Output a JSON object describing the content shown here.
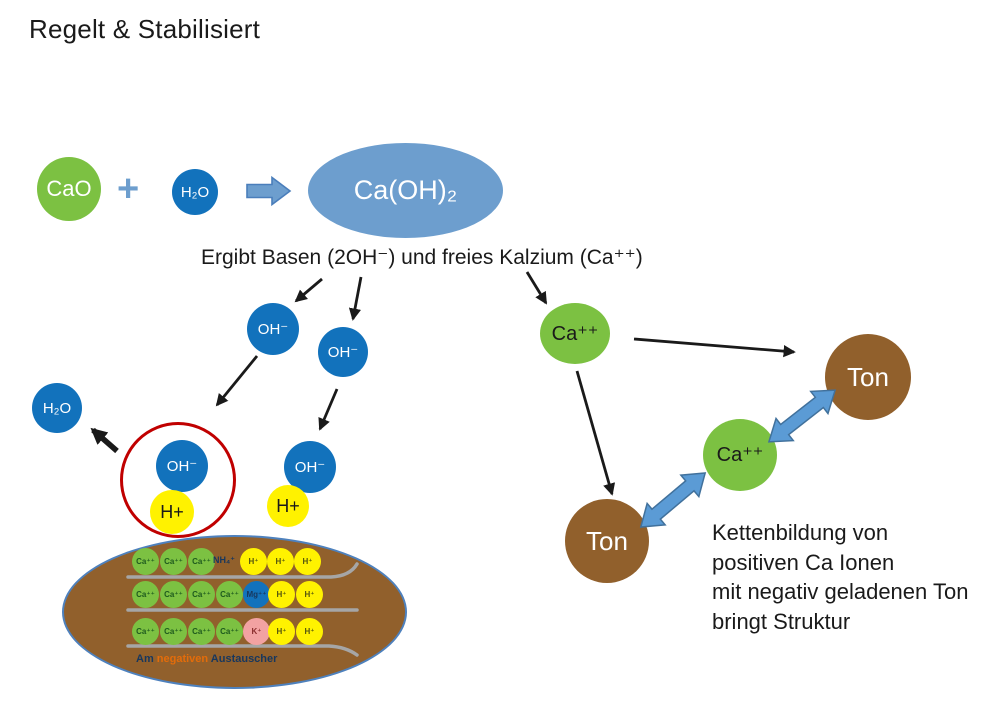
{
  "title": "Regelt & Stabilisiert",
  "reaction": {
    "cao": "CaO",
    "plus": "+",
    "h2o": "H₂O",
    "product": "Ca(OH)₂",
    "caption": "Ergibt Basen (2OH⁻) und freies Kalzium (Ca⁺⁺)"
  },
  "ions": {
    "oh_a": "OH⁻",
    "oh_b": "OH⁻",
    "ca_free": "Ca⁺⁺",
    "h2o_released": "H₂O",
    "oh_circled": "OH⁻",
    "h_circled": "H+",
    "oh_pair": "OH⁻",
    "h_pair": "H+"
  },
  "exchanger": {
    "rows": [
      [
        "Ca⁺⁺",
        "Ca⁺⁺",
        "Ca⁺⁺",
        "NH₄⁺",
        "H⁺",
        "H⁺",
        "H⁺"
      ],
      [
        "Ca⁺⁺",
        "Ca⁺⁺",
        "Ca⁺⁺",
        "Ca⁺⁺",
        "Mg⁺⁺",
        "H⁺",
        "H⁺"
      ],
      [
        "Ca⁺⁺",
        "Ca⁺⁺",
        "Ca⁺⁺",
        "Ca⁺⁺",
        "K⁺",
        "H⁺",
        "H⁺"
      ]
    ],
    "label_prefix": "Am ",
    "label_highlight": "negativen",
    "label_suffix": " Austauscher"
  },
  "chain": {
    "ton_top": "Ton",
    "ca_mid": "Ca⁺⁺",
    "ton_bottom": "Ton",
    "caption_lines": [
      "Kettenbildung von",
      "positiven Ca Ionen",
      "mit negativ geladenen Ton",
      "bringt Struktur"
    ]
  },
  "colors": {
    "green": "#7CC142",
    "blue": "#1272BC",
    "light_blue": "#6D9ECE",
    "mid_blue": "#4A7EBB",
    "arrow_blue": "#5B9BD5",
    "arrow_blue_dark": "#41719C",
    "brown": "#91602C",
    "yellow": "#FFF200",
    "pink": "#F2A2A2",
    "red": "#C00000",
    "gray": "#A6A6A6",
    "navy": "#17375E",
    "orange": "#E36C0A",
    "ink": "#1A1A1A",
    "ca_text": "#1E5B1E",
    "h_text": "#54560E",
    "k_text": "#8B2E2E",
    "steel_outline": "#4E81BD"
  }
}
